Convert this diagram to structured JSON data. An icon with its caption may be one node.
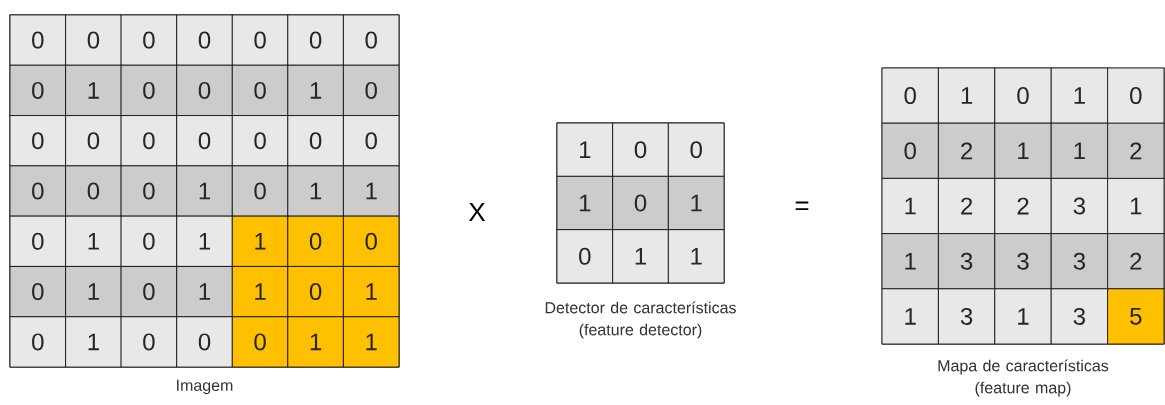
{
  "diagram": {
    "nodes": [
      {
        "text": [
          "Imagem"
        ]
      },
      {
        "text": [
          "0"
        ],
        "in": 0
      },
      {
        "text": [
          "0"
        ],
        "in": 0
      },
      {
        "text": [
          "0"
        ],
        "in": 0
      },
      {
        "text": [
          "0"
        ],
        "in": 0
      },
      {
        "text": [
          "0"
        ],
        "in": 0
      },
      {
        "text": [
          "0"
        ],
        "in": 0
      },
      {
        "text": [
          "0"
        ],
        "in": 0
      },
      {
        "text": [
          "0"
        ],
        "in": 0
      },
      {
        "text": [
          "1"
        ],
        "in": 0
      },
      {
        "text": [
          "0"
        ],
        "in": 0
      },
      {
        "text": [
          "0"
        ],
        "in": 0
      },
      {
        "text": [
          "0"
        ],
        "in": 0
      },
      {
        "text": [
          "1"
        ],
        "in": 0
      },
      {
        "text": [
          "0"
        ],
        "in": 0
      },
      {
        "text": [
          "0"
        ],
        "in": 0
      },
      {
        "text": [
          "0"
        ],
        "in": 0
      },
      {
        "text": [
          "0"
        ],
        "in": 0
      },
      {
        "text": [
          "0"
        ],
        "in": 0
      },
      {
        "text": [
          "0"
        ],
        "in": 0
      },
      {
        "text": [
          "0"
        ],
        "in": 0
      },
      {
        "text": [
          "0"
        ],
        "in": 0
      },
      {
        "text": [
          "0"
        ],
        "in": 0
      },
      {
        "text": [
          "0"
        ],
        "in": 0
      },
      {
        "text": [
          "0"
        ],
        "in": 0
      },
      {
        "text": [
          "1"
        ],
        "in": 0
      },
      {
        "text": [
          "0"
        ],
        "in": 0
      },
      {
        "text": [
          "1"
        ],
        "in": 0
      },
      {
        "text": [
          "1"
        ],
        "in": 0
      },
      {
        "text": [
          "0"
        ],
        "in": 0
      },
      {
        "text": [
          "1"
        ],
        "in": 0
      },
      {
        "text": [
          "0"
        ],
        "in": 0
      },
      {
        "text": [
          "1"
        ],
        "in": 0
      },
      {
        "text": [
          "1"
        ],
        "in": 0
      },
      {
        "text": [
          "0"
        ],
        "in": 0
      },
      {
        "text": [
          "0"
        ],
        "in": 0
      },
      {
        "text": [
          "0"
        ],
        "in": 0
      },
      {
        "text": [
          "1"
        ],
        "in": 0
      },
      {
        "text": [
          "0"
        ],
        "in": 0
      },
      {
        "text": [
          "1"
        ],
        "in": 0
      },
      {
        "text": [
          "1"
        ],
        "in": 0
      },
      {
        "text": [
          "0"
        ],
        "in": 0
      },
      {
        "text": [
          "1"
        ],
        "in": 0
      },
      {
        "text": [
          "0"
        ],
        "in": 0
      },
      {
        "text": [
          "1"
        ],
        "in": 0
      },
      {
        "text": [
          "0"
        ],
        "in": 0
      },
      {
        "text": [
          "0"
        ],
        "in": 0
      },
      {
        "text": [
          "0"
        ],
        "in": 0
      },
      {
        "text": [
          "1"
        ],
        "in": 0
      },
      {
        "text": [
          "1"
        ],
        "in": 0
      },
      {
        "text": [
          "Detector de características (feature detector)"
        ]
      },
      {
        "text": [
          "1"
        ],
        "in": 50
      },
      {
        "text": [
          "0"
        ],
        "in": 50
      },
      {
        "text": [
          "0"
        ],
        "in": 50
      },
      {
        "text": [
          "1"
        ],
        "in": 50
      },
      {
        "text": [
          "0"
        ],
        "in": 50
      },
      {
        "text": [
          "1"
        ],
        "in": 50
      },
      {
        "text": [
          "0"
        ],
        "in": 50
      },
      {
        "text": [
          "1"
        ],
        "in": 50
      },
      {
        "text": [
          "1"
        ],
        "in": 50
      },
      {
        "text": [
          "Mapa de características (feature map)"
        ]
      },
      {
        "text": [
          "0"
        ],
        "in": 60
      },
      {
        "text": [
          "1"
        ],
        "in": 60
      },
      {
        "text": [
          "0"
        ],
        "in": 60
      },
      {
        "text": [
          "1"
        ],
        "in": 60
      },
      {
        "text": [
          "0"
        ],
        "in": 60
      },
      {
        "text": [
          "0"
        ],
        "in": 60
      },
      {
        "text": [
          "2"
        ],
        "in": 60
      },
      {
        "text": [
          "1"
        ],
        "in": 60
      },
      {
        "text": [
          "1"
        ],
        "in": 60
      },
      {
        "text": [
          "2"
        ],
        "in": 60
      },
      {
        "text": [
          "1"
        ],
        "in": 60
      },
      {
        "text": [
          "2"
        ],
        "in": 60
      },
      {
        "text": [
          "2"
        ],
        "in": 60
      },
      {
        "text": [
          "3"
        ],
        "in": 60
      },
      {
        "text": [
          "1"
        ],
        "in": 60
      },
      {
        "text": [
          "1"
        ],
        "in": 60
      },
      {
        "text": [
          "3"
        ],
        "in": 60
      },
      {
        "text": [
          "3"
        ],
        "in": 60
      },
      {
        "text": [
          "3"
        ],
        "in": 60
      },
      {
        "text": [
          "2"
        ],
        "in": 60
      },
      {
        "text": [
          "1"
        ],
        "in": 60
      },
      {
        "text": [
          "3"
        ],
        "in": 60
      },
      {
        "text": [
          "1"
        ],
        "in": 60
      },
      {
        "text": [
          "3"
        ],
        "in": 60
      },
      {
        "text": [
          "5"
        ],
        "in": 60
      }
    ],
    "labels": [
      "X",
      "="
    ]
  }
}
